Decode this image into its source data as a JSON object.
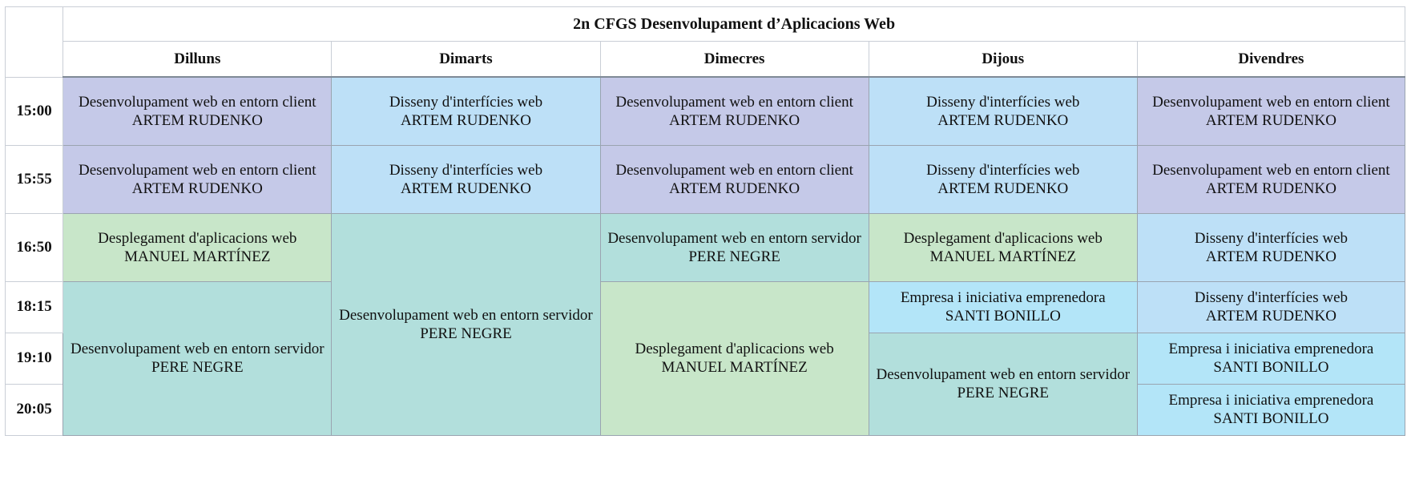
{
  "title": "2n CFGS Desenvolupament d’Aplicacions Web",
  "days": [
    "Dilluns",
    "Dimarts",
    "Dimecres",
    "Dijous",
    "Divendres"
  ],
  "times": [
    "15:00",
    "15:55",
    "16:50",
    "18:15",
    "19:10",
    "20:05"
  ],
  "colors": {
    "client": "#c5c9e8",
    "disseny": "#bde0f7",
    "desplegament": "#c8e6c9",
    "servidor": "#b2dfdc",
    "empresa": "#b3e5f8"
  },
  "cells": {
    "mon_1500": {
      "subject": "Desenvolupament web en entorn client",
      "teacher": "ARTEM RUDENKO"
    },
    "tue_1500": {
      "subject": "Disseny d'interfícies web",
      "teacher": "ARTEM RUDENKO"
    },
    "wed_1500": {
      "subject": "Desenvolupament web en entorn client",
      "teacher": "ARTEM RUDENKO"
    },
    "thu_1500": {
      "subject": "Disseny d'interfícies web",
      "teacher": "ARTEM RUDENKO"
    },
    "fri_1500": {
      "subject": "Desenvolupament web en entorn client",
      "teacher": "ARTEM RUDENKO"
    },
    "mon_1555": {
      "subject": "Desenvolupament web en entorn client",
      "teacher": "ARTEM RUDENKO"
    },
    "tue_1555": {
      "subject": "Disseny d'interfícies web",
      "teacher": "ARTEM RUDENKO"
    },
    "wed_1555": {
      "subject": "Desenvolupament web en entorn client",
      "teacher": "ARTEM RUDENKO"
    },
    "thu_1555": {
      "subject": "Disseny d'interfícies web",
      "teacher": "ARTEM RUDENKO"
    },
    "fri_1555": {
      "subject": "Desenvolupament web en entorn client",
      "teacher": "ARTEM RUDENKO"
    },
    "mon_1650": {
      "subject": "Desplegament d'aplicacions web",
      "teacher": "MANUEL MARTÍNEZ"
    },
    "tue_1650": {
      "subject": "Desenvolupament web en entorn servidor",
      "teacher": "PERE NEGRE"
    },
    "wed_1650": {
      "subject": "Desenvolupament web en entorn servidor",
      "teacher": "PERE NEGRE"
    },
    "thu_1650": {
      "subject": "Desplegament d'aplicacions web",
      "teacher": "MANUEL MARTÍNEZ"
    },
    "fri_1650": {
      "subject": "Disseny d'interfícies web",
      "teacher": "ARTEM RUDENKO"
    },
    "mon_1815": {
      "subject": "Desenvolupament web en entorn servidor",
      "teacher": "PERE NEGRE"
    },
    "wed_1815": {
      "subject": "Desplegament d'aplicacions web",
      "teacher": "MANUEL MARTÍNEZ"
    },
    "thu_1815": {
      "subject": "Empresa i iniciativa emprenedora",
      "teacher": "SANTI BONILLO"
    },
    "fri_1815": {
      "subject": "Disseny d'interfícies web",
      "teacher": "ARTEM RUDENKO"
    },
    "thu_1910": {
      "subject": "Desenvolupament web en entorn servidor",
      "teacher": "PERE NEGRE"
    },
    "fri_1910": {
      "subject": "Empresa i iniciativa emprenedora",
      "teacher": "SANTI BONILLO"
    },
    "fri_2005": {
      "subject": "Empresa i iniciativa emprenedora",
      "teacher": "SANTI BONILLO"
    }
  }
}
